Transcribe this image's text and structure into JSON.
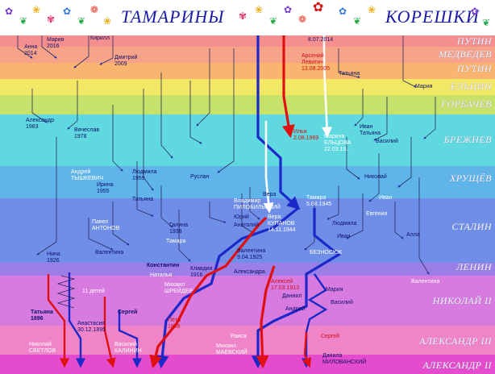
{
  "header": {
    "left_title": "ТАМАРИНЫ",
    "right_title": "КОРЕШКИ"
  },
  "eras": [
    {
      "label": "ПУТИН",
      "color": "#f58f8f"
    },
    {
      "label": "МЕДВЕДЕВ",
      "color": "#f7a38a"
    },
    {
      "label": "ПУТИН",
      "color": "#f9b56f"
    },
    {
      "label": "ЕЛЬЦИН",
      "color": "#f3e866"
    },
    {
      "label": "ГОРБАЧЕВ",
      "color": "#c7e26a"
    },
    {
      "label": "БРЕЖНЕВ",
      "color": "#5fd9df"
    },
    {
      "label": "ХРУЩЁВ",
      "color": "#5fb5ea"
    },
    {
      "label": "СТАЛИН",
      "color": "#6f8ee8"
    },
    {
      "label": "ЛЕНИН",
      "color": "#9b7ee6"
    },
    {
      "label": "НИКОЛАЙ II",
      "color": "#d77be0"
    },
    {
      "label": "АЛЕКСАНДР III",
      "color": "#ef84c9"
    },
    {
      "label": "АЛЕКСАНДР II",
      "color": "#e54ccd"
    }
  ],
  "people": {
    "anna": "Анна\n2014",
    "maria_2016": "Мария\n2016",
    "kirill": "Кирилл",
    "dmitry": "Дмитрий\n2009",
    "date_2014": "8.07.2014",
    "arseny": "Арсений\nЛевитич\n13.08.2005",
    "tatyana_top": "Татьяна",
    "maria_right": "Мария",
    "alexandr": "Александр\n1983",
    "vyacheslav": "Вячеслав\n1978",
    "andrey_tyshkevich": "Андрей\nТЫШКЕВИЧ",
    "irina": "Ирина\n1955",
    "lyudmila": "Людмила\n1959",
    "tatyana_mid": "Татьяна",
    "ilya": "Илья\n2.08.1969",
    "marina": "Марина\nЕЛЬЦОВА\n22.03.19..",
    "ivan_tatyana": "Иван\nТатьяна",
    "vasily_right": "Василий",
    "nikolay": "Николай",
    "ivan_right": "Иван",
    "ruslan": "Руслан",
    "vera": "Вера",
    "vladimir": "Владимир\nПИЛОБИЛЬСКИЙ",
    "pavel": "Павел\nАНТОНОВ",
    "galina": "Галина\n1938",
    "yury": "Юрий",
    "anatoly": "Анатолий",
    "vera_kupanov": "Вера\nКУПАНОВ\n14.11.1944",
    "tamara_1945": "Тамара\n5.08.1945",
    "lyudmila_right": "Людмила",
    "evgeniya": "Евгения",
    "ivan_low": "Иван",
    "alla": "Алла",
    "tamara_mid": "Тамара",
    "nina": "Нина\n1926",
    "valentina": "Валентина",
    "konstantin": "Константин",
    "natalya": "Наталья",
    "klavdiya": "Клавдия\n1916",
    "valentina_blue": "Валентина\n9.04.1925",
    "alexandra": "Александра",
    "beznosyuk": "БЕЗНОСЮК",
    "valentina_right": "Валентина",
    "mikhail_shreyder": "Михаил\nШРЕЙДЕР",
    "children": "11 детей",
    "alexey": "Алексей\n17.03.1913",
    "mariya_low": "Мария",
    "daniil": "Даниил",
    "vasily_low": "Василий",
    "andrey_low": "Андрей",
    "tatyana_1896": "Татьяна\n1896",
    "sergey_mid": "Сергей",
    "anastasiya": "Анастасия\n30.12.1895",
    "petr": "Пётр\n1898",
    "nikolay_svetlov": "Николай\nСВЕТЛОВ",
    "vasily_kalinin": "Василий\nКАЛИНИН",
    "raisa": "Раиса",
    "mikhail_maevsky": "Михаил\nМАЕВСКИЙ",
    "sergey_bottom": "Сергей",
    "danila": "Данила\nМИЛОВАНСКИЙ"
  }
}
